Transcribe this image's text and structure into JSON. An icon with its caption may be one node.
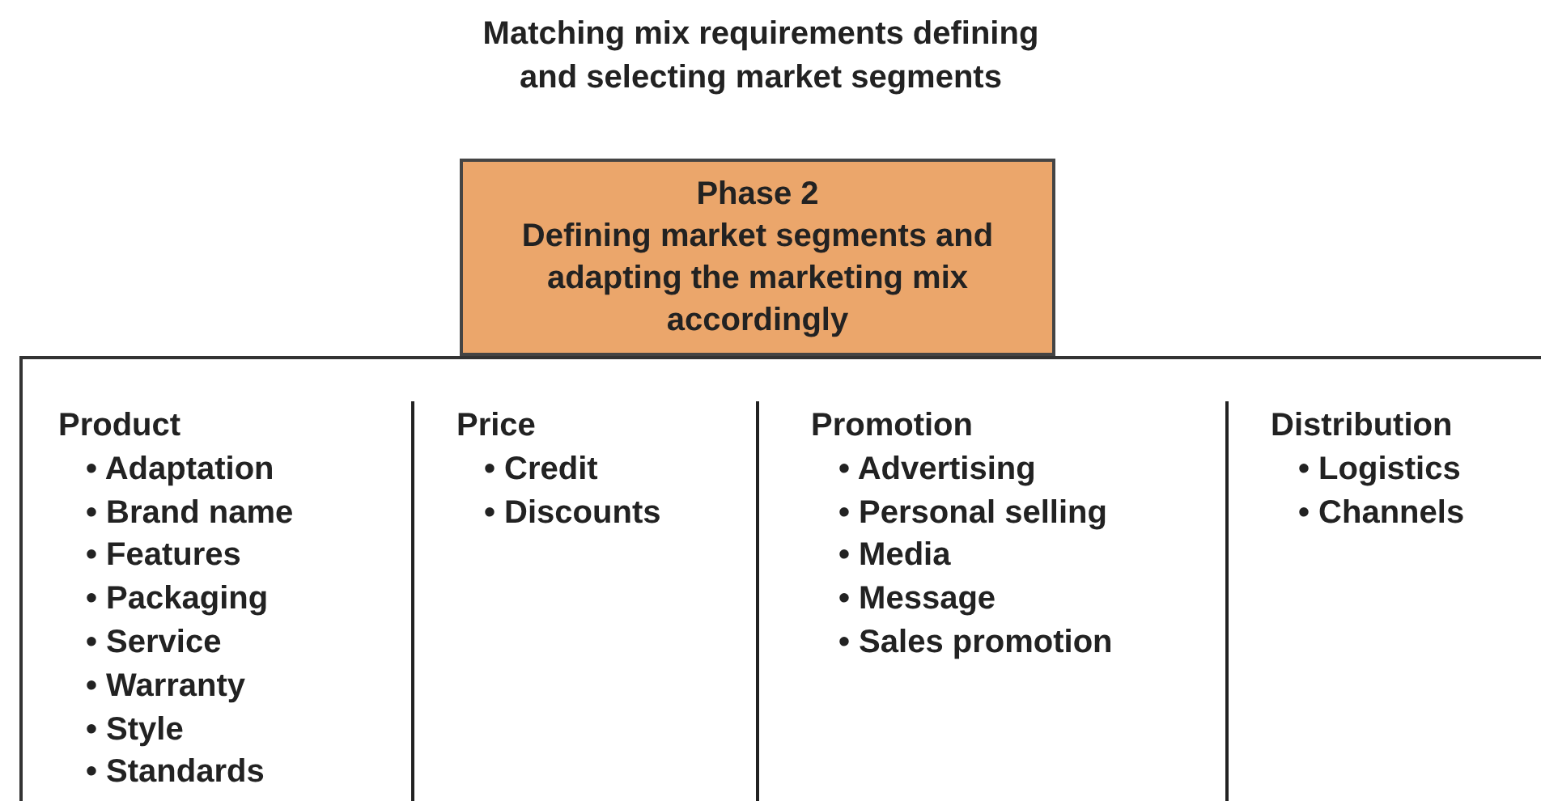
{
  "diagram": {
    "title": "Matching mix requirements defining and selecting market segments",
    "nodes": [
      {
        "text": [
          "Phase 2",
          "Defining market segments and adapting the marketing mix accordingly"
        ]
      },
      {
        "text": [],
        "shape": "box"
      },
      {
        "text": [
          "Product",
          "• Adaptation",
          "• Brand name",
          "• Features",
          "• Packaging",
          "• Service",
          "• Warranty",
          "• Style",
          "• Standards"
        ],
        "in": 1
      },
      {
        "text": [
          "Price",
          "• Credit",
          "• Discounts"
        ],
        "in": 1
      },
      {
        "text": [
          "Promotion",
          "• Advertising",
          "• Personal selling",
          "• Media",
          "• Message",
          "• Sales promotion"
        ],
        "in": 1
      },
      {
        "text": [
          "Distribution",
          "• Logistics",
          "• Channels"
        ],
        "in": 1
      }
    ]
  }
}
